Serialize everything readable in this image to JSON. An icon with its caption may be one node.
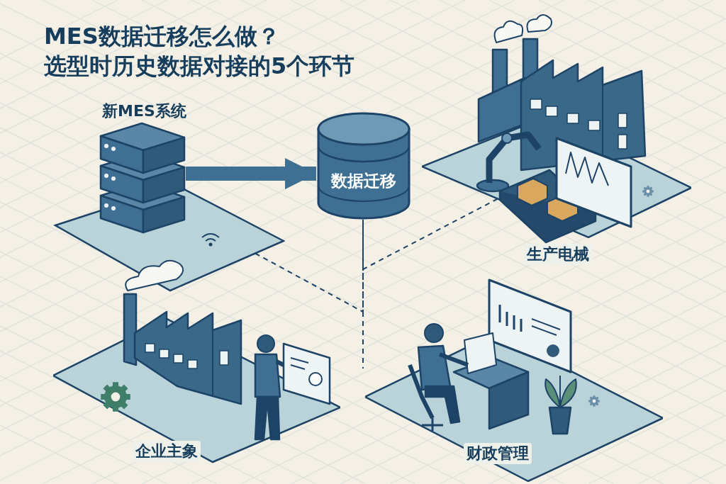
{
  "diagram": {
    "title": "MES数据迁移怎么做？选型时历史数据对接的5个环节",
    "nodes": [
      {
        "text": [
          "新MES系统"
        ]
      },
      {
        "text": [
          "数据迁移"
        ]
      },
      {
        "text": [
          "生产电械"
        ]
      },
      {
        "text": [
          "企业主象"
        ]
      },
      {
        "text": [
          "财政管理"
        ]
      }
    ],
    "edges": [
      {
        "from": 0,
        "to": 1,
        "arrow": "to",
        "style": "thick"
      },
      {
        "from": 0,
        "to": 1,
        "arrow": "none",
        "style": "dashed"
      },
      {
        "from": 2,
        "to": 1,
        "arrow": "none",
        "style": "dashed"
      },
      {
        "from": 1,
        "to": null,
        "arrow": "none",
        "style": "dashed"
      }
    ]
  }
}
